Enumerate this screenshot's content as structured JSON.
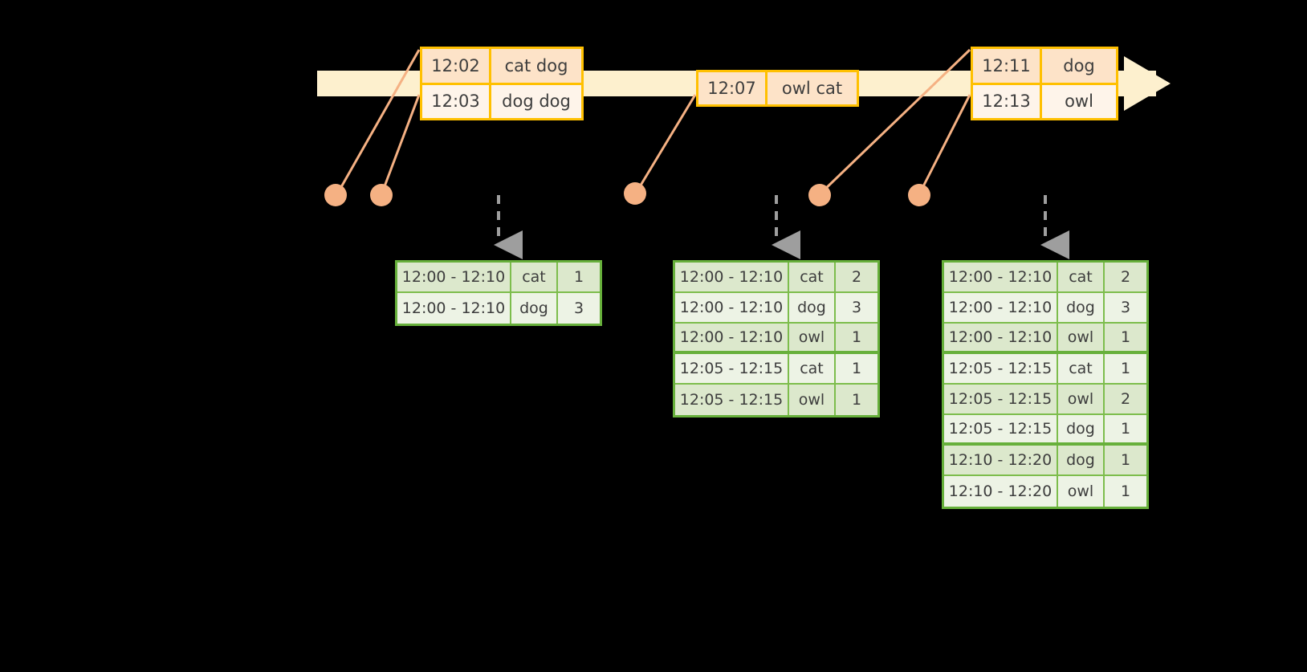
{
  "timeline": {
    "name": "event-stream-timeline",
    "bar_color": "#FDF0CE",
    "arrow_color": "#FDF0CE"
  },
  "events": [
    {
      "id": "event-box-1",
      "rows": [
        {
          "time": "12:02",
          "payload": "cat dog"
        },
        {
          "time": "12:03",
          "payload": "dog dog"
        }
      ]
    },
    {
      "id": "event-box-2",
      "rows": [
        {
          "time": "12:07",
          "payload": "owl cat"
        }
      ]
    },
    {
      "id": "event-box-3",
      "rows": [
        {
          "time": "12:11",
          "payload": "dog"
        },
        {
          "time": "12:13",
          "payload": "owl"
        }
      ]
    }
  ],
  "dots": {
    "color": "#F5B183",
    "count": 5
  },
  "connectors": {
    "color": "#F5B183"
  },
  "arrows": {
    "color": "#9E9E9E",
    "style": "dashed-down-arrow"
  },
  "results": [
    {
      "id": "result-table-1",
      "border_color": "#67B03B",
      "rows": [
        {
          "window": "12:00 - 12:10",
          "key": "cat",
          "count": "1",
          "shade": "g0",
          "sep": false
        },
        {
          "window": "12:00 - 12:10",
          "key": "dog",
          "count": "3",
          "shade": "g1",
          "sep": false
        }
      ]
    },
    {
      "id": "result-table-2",
      "border_color": "#67B03B",
      "rows": [
        {
          "window": "12:00 - 12:10",
          "key": "cat",
          "count": "2",
          "shade": "g0",
          "sep": false
        },
        {
          "window": "12:00 - 12:10",
          "key": "dog",
          "count": "3",
          "shade": "g1",
          "sep": false
        },
        {
          "window": "12:00 - 12:10",
          "key": "owl",
          "count": "1",
          "shade": "g0",
          "sep": true
        },
        {
          "window": "12:05 - 12:15",
          "key": "cat",
          "count": "1",
          "shade": "g1",
          "sep": false
        },
        {
          "window": "12:05 - 12:15",
          "key": "owl",
          "count": "1",
          "shade": "g0",
          "sep": false
        }
      ]
    },
    {
      "id": "result-table-3",
      "border_color": "#67B03B",
      "rows": [
        {
          "window": "12:00 - 12:10",
          "key": "cat",
          "count": "2",
          "shade": "g0",
          "sep": false
        },
        {
          "window": "12:00 - 12:10",
          "key": "dog",
          "count": "3",
          "shade": "g1",
          "sep": false
        },
        {
          "window": "12:00 - 12:10",
          "key": "owl",
          "count": "1",
          "shade": "g0",
          "sep": true
        },
        {
          "window": "12:05 - 12:15",
          "key": "cat",
          "count": "1",
          "shade": "g1",
          "sep": false
        },
        {
          "window": "12:05 - 12:15",
          "key": "owl",
          "count": "2",
          "shade": "g0",
          "sep": false
        },
        {
          "window": "12:05 - 12:15",
          "key": "dog",
          "count": "1",
          "shade": "g1",
          "sep": true
        },
        {
          "window": "12:10 - 12:20",
          "key": "dog",
          "count": "1",
          "shade": "g0",
          "sep": false
        },
        {
          "window": "12:10 - 12:20",
          "key": "owl",
          "count": "1",
          "shade": "g1",
          "sep": false
        }
      ]
    }
  ]
}
